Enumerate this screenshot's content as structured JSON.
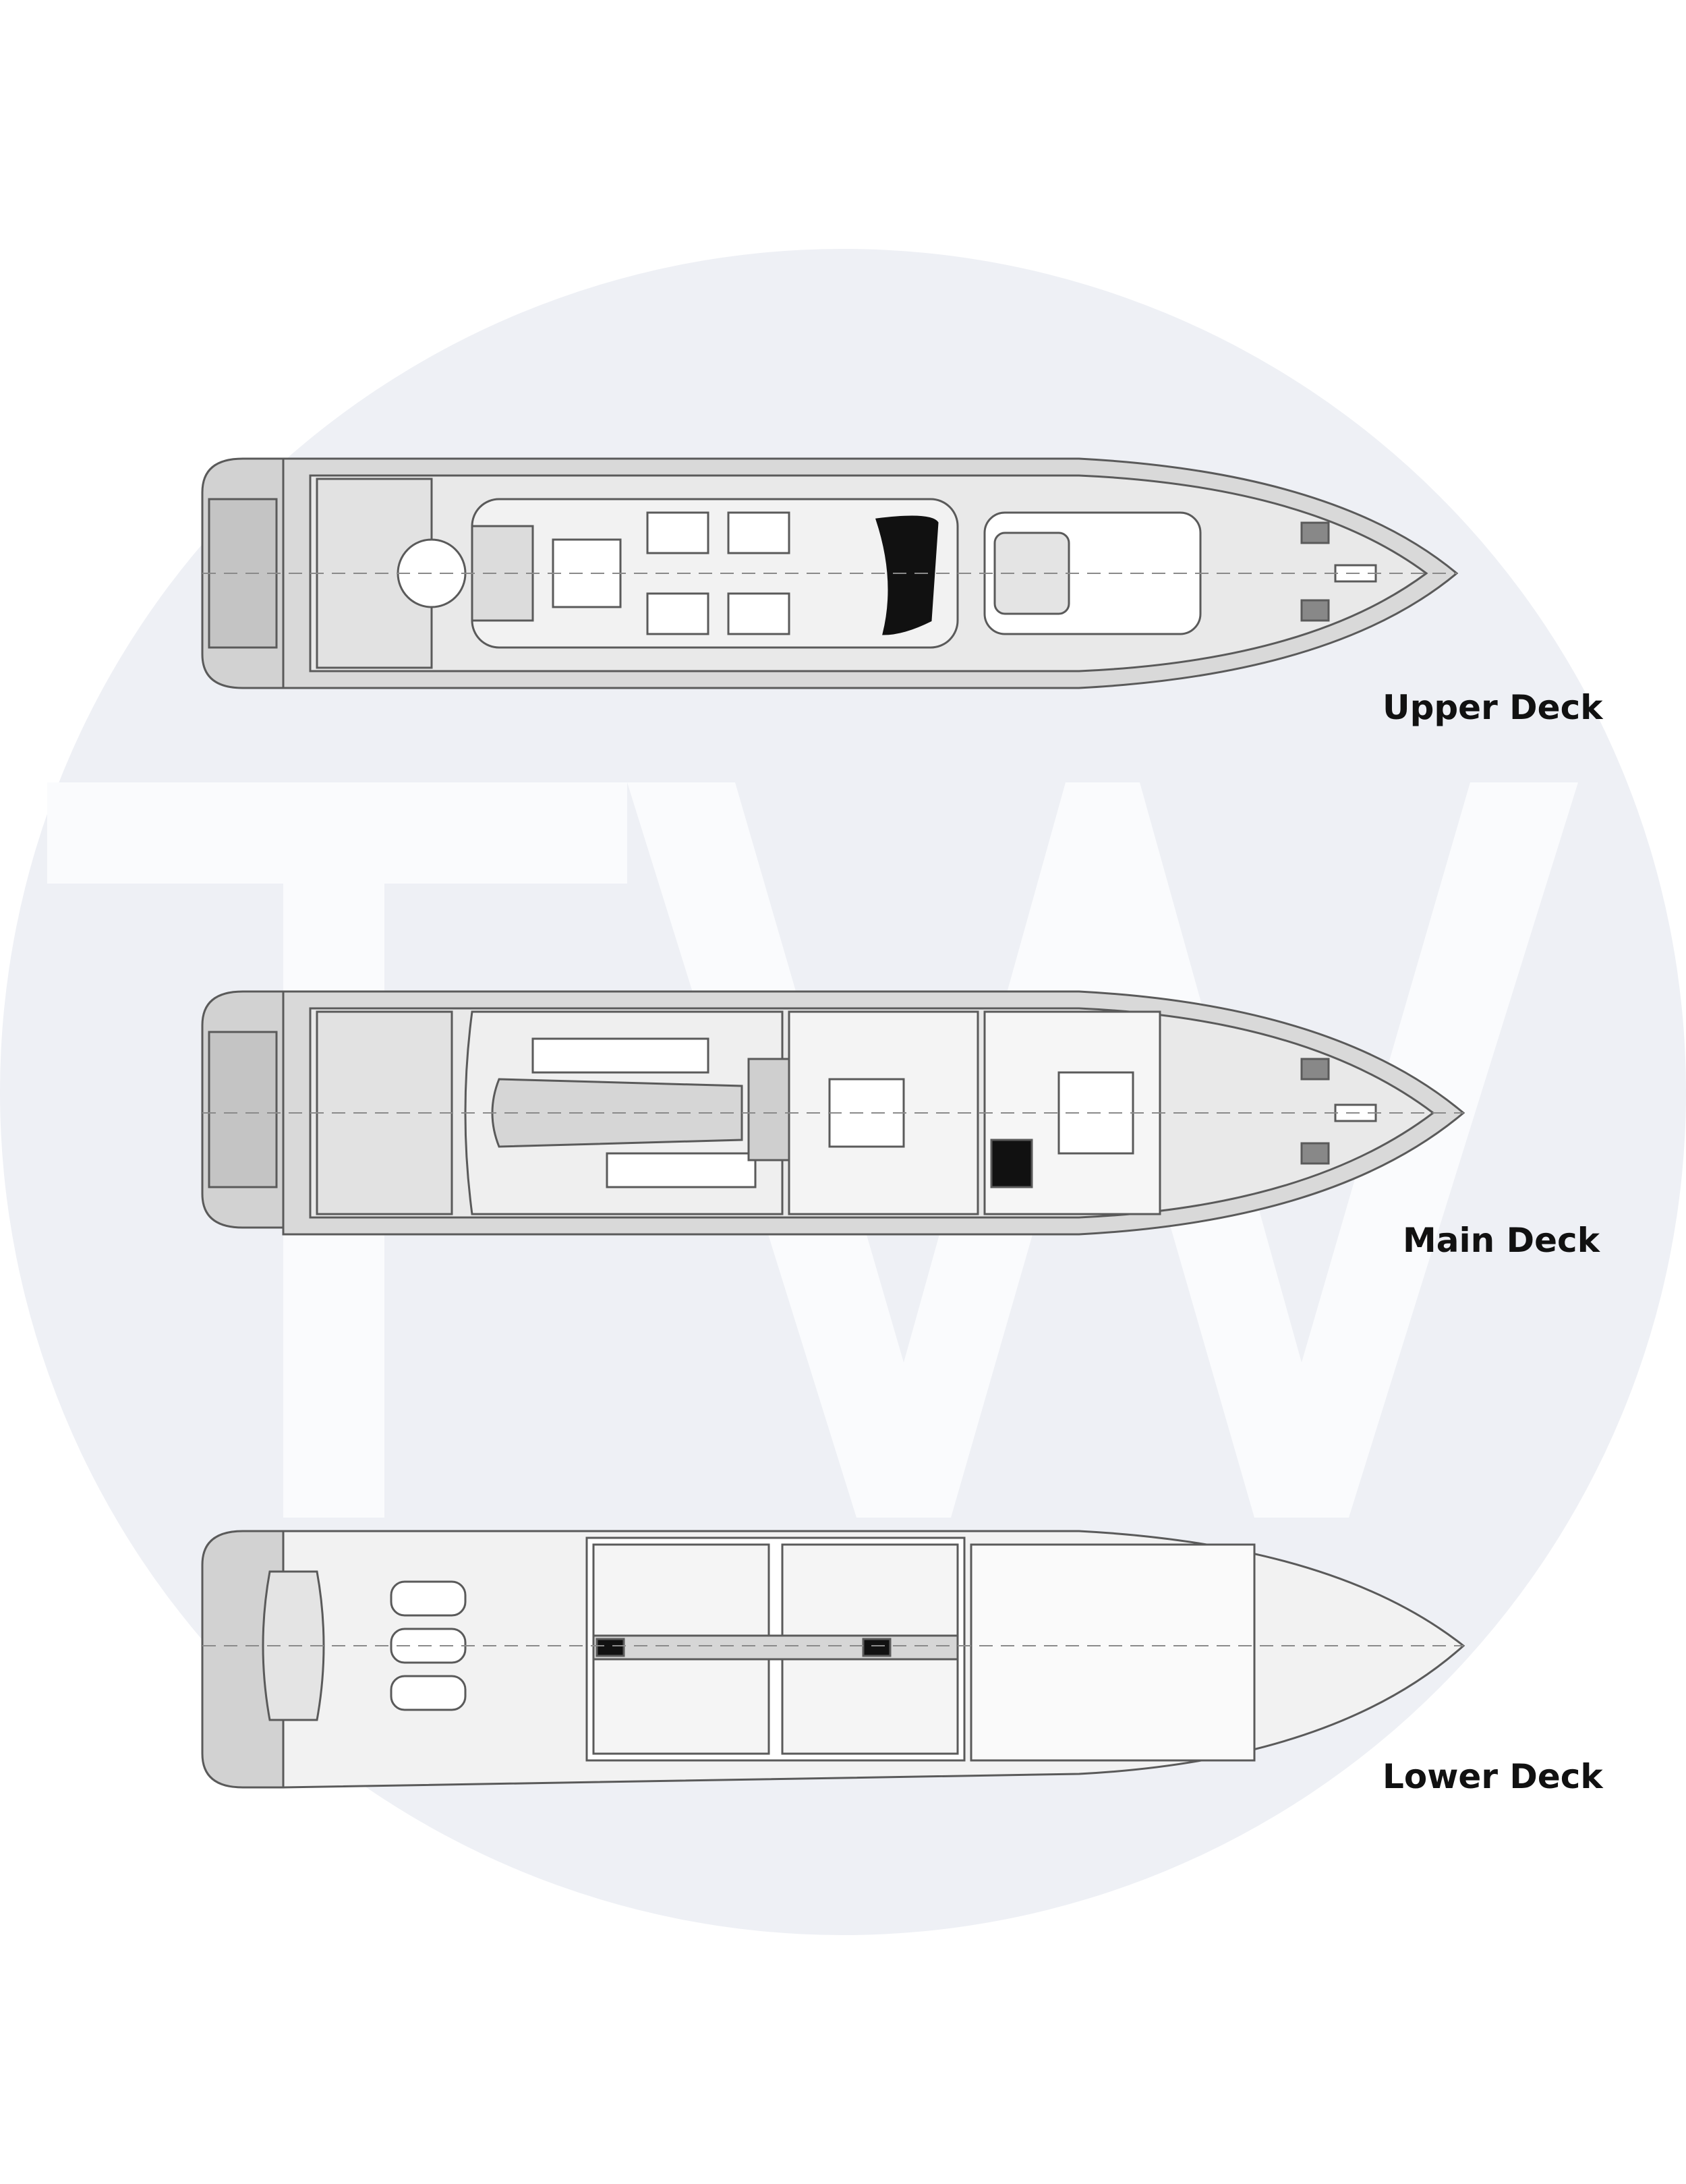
{
  "watermark": {
    "monogram": "TW",
    "circle_color": "#eef0f5",
    "letter_color": "#fafbfd"
  },
  "decks": [
    {
      "id": "upper",
      "label": "Upper Deck"
    },
    {
      "id": "main",
      "label": "Main Deck"
    },
    {
      "id": "lower",
      "label": "Lower Deck"
    }
  ],
  "colors": {
    "outline": "#5a5a5a",
    "fill_grey": "#cfcfcf",
    "fill_light": "#e6e6e6",
    "centerline": "#8a8a8a",
    "dark": "#111111"
  }
}
